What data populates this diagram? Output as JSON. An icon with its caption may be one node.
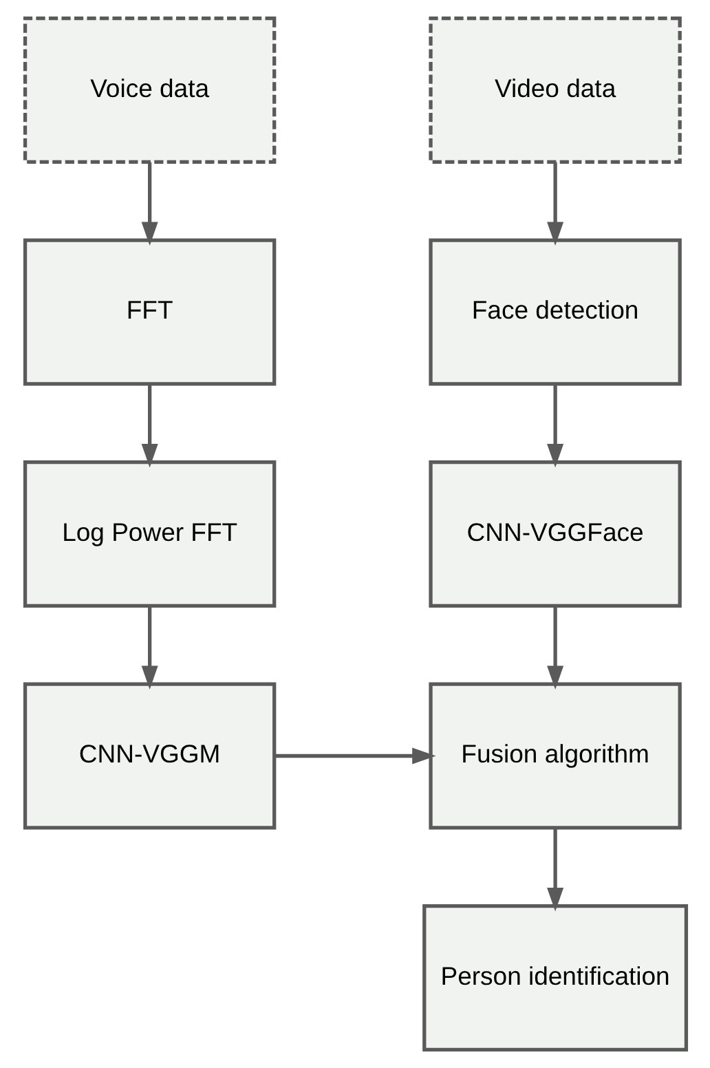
{
  "diagram": {
    "nodes": [
      {
        "text": [
          "Voice data"
        ]
      },
      {
        "text": [
          "Video data"
        ]
      },
      {
        "text": [
          "FFT"
        ]
      },
      {
        "text": [
          "Face detection"
        ]
      },
      {
        "text": [
          "Log Power FFT"
        ]
      },
      {
        "text": [
          "CNN-VGGFace"
        ]
      },
      {
        "text": [
          "CNN-VGGM"
        ]
      },
      {
        "text": [
          "Fusion algorithm"
        ]
      },
      {
        "text": [
          "Person identification"
        ]
      }
    ],
    "edges": [
      {
        "from": 0,
        "to": 2,
        "arrow": "to"
      },
      {
        "from": 2,
        "to": 4,
        "arrow": "to"
      },
      {
        "from": 4,
        "to": 6,
        "arrow": "to"
      },
      {
        "from": 6,
        "to": 7,
        "arrow": "to"
      },
      {
        "from": 1,
        "to": 3,
        "arrow": "to"
      },
      {
        "from": 3,
        "to": 5,
        "arrow": "to"
      },
      {
        "from": 5,
        "to": 7,
        "arrow": "to"
      },
      {
        "from": 7,
        "to": 8,
        "arrow": "to"
      }
    ]
  }
}
